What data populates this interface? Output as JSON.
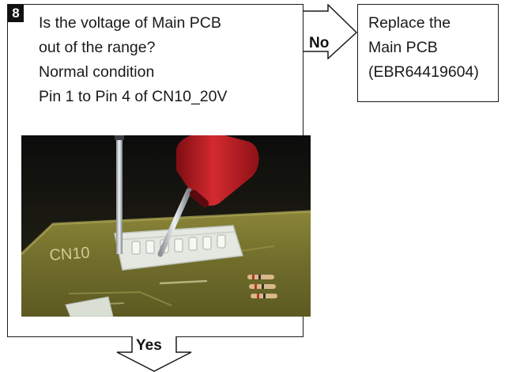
{
  "step": {
    "number": "8",
    "question_lines": [
      "Is the voltage of Main PCB",
      "out of the range?",
      "Normal condition",
      "Pin 1 to Pin 4 of CN10_20V"
    ]
  },
  "photo": {
    "connector_label": "CN10"
  },
  "no_branch": {
    "label": "No",
    "result_lines": [
      "Replace the",
      "Main PCB",
      "(EBR64419604)"
    ]
  },
  "yes_branch": {
    "label": "Yes"
  },
  "colors": {
    "box_border": "#1a1a1a",
    "board_green": "#6b6a2c",
    "connector_white": "#e9ede6",
    "probe_red": "#c21c22"
  }
}
